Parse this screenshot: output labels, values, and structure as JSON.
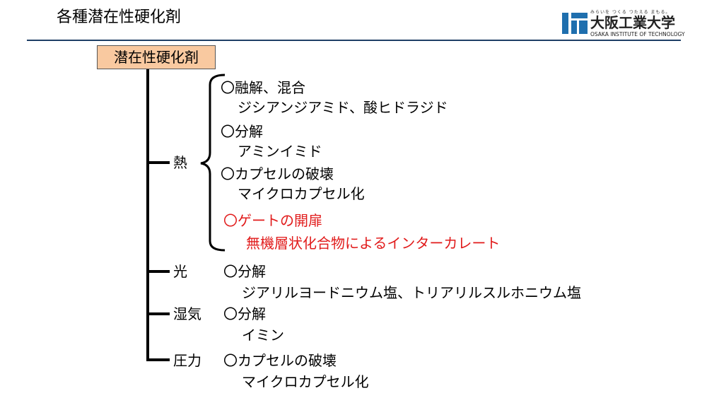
{
  "header": {
    "title": "各種潜在性硬化剤"
  },
  "logo": {
    "tagline": "みらいを つくる つたえる まもる。",
    "name_ja": "大阪工業大学",
    "name_en": "OSAKA INSTITUTE OF TECHNOLOGY",
    "color": "#1f6fae"
  },
  "tree": {
    "root": "潜在性硬化剤",
    "heat": {
      "label": "熱",
      "items": [
        {
          "head": "〇融解、混合",
          "detail": "ジシアンジアミド、酸ヒドラジド",
          "color": "#000000"
        },
        {
          "head": "〇分解",
          "detail": "アミンイミド",
          "color": "#000000"
        },
        {
          "head": "〇カプセルの破壊",
          "detail": "マイクロカプセル化",
          "color": "#000000"
        },
        {
          "head": "〇ゲートの開扉",
          "detail": "無機層状化合物によるインターカレート",
          "color": "#e11b1b"
        }
      ]
    },
    "light": {
      "label": "光",
      "head": "〇分解",
      "detail": "ジアリルヨードニウム塩、トリアリルスルホニウム塩"
    },
    "moisture": {
      "label": "湿気",
      "head": "〇分解",
      "detail": "イミン"
    },
    "pressure": {
      "label": "圧力",
      "head": "〇カプセルの破壊",
      "detail": "マイクロカプセル化"
    }
  }
}
